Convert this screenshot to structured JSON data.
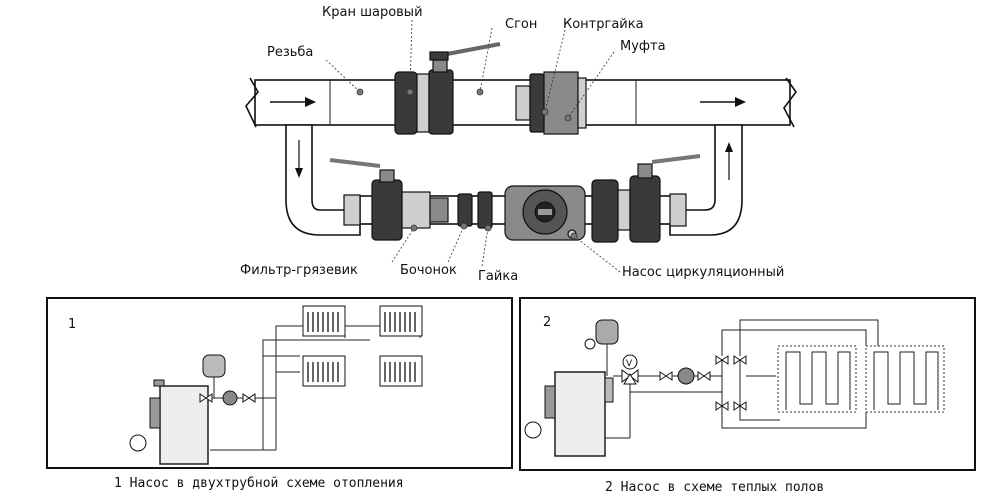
{
  "top": {
    "labels": {
      "ball_valve": "Кран шаровый",
      "thread": "Резьба",
      "sgon": "Сгон",
      "locknut": "Контргайка",
      "coupling": "Муфта",
      "mud_filter": "Фильтр-грязевик",
      "barrel": "Бочонок",
      "nut": "Гайка",
      "pump": "Насос циркуляционный"
    }
  },
  "panel1": {
    "number": "1",
    "caption": "1 Насос в двухтрубной схеме отопления"
  },
  "panel2": {
    "number": "2",
    "caption": "2 Насос в схеме теплых полов",
    "valve_mark": "V"
  },
  "colors": {
    "line": "#111111",
    "part_dark": "#3a3a3a",
    "part_mid": "#8a8a8a",
    "part_light": "#cfcfcf"
  }
}
